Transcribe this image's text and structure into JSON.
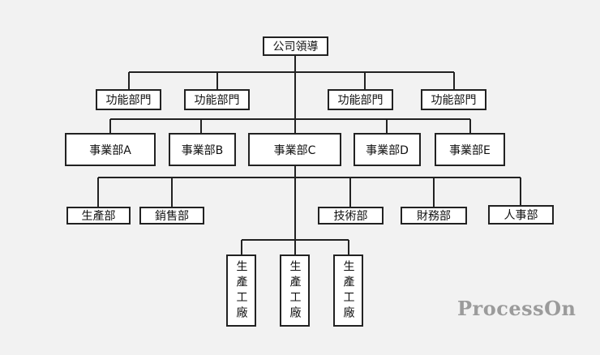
{
  "diagram": {
    "root": {
      "label": "公司領導"
    },
    "function_depts": [
      {
        "label": "功能部門"
      },
      {
        "label": "功能部門"
      },
      {
        "label": "功能部門"
      },
      {
        "label": "功能部門"
      }
    ],
    "divisions": [
      {
        "label": "事業部A"
      },
      {
        "label": "事業部B"
      },
      {
        "label": "事業部C"
      },
      {
        "label": "事業部D"
      },
      {
        "label": "事業部E"
      }
    ],
    "depts": [
      {
        "label": "生產部"
      },
      {
        "label": "銷售部"
      },
      {
        "label": "技術部"
      },
      {
        "label": "財務部"
      },
      {
        "label": "人事部"
      }
    ],
    "factories": [
      {
        "label": "生產工廠"
      },
      {
        "label": "生產工廠"
      },
      {
        "label": "生產工廠"
      }
    ]
  },
  "watermark": "ProcessOn",
  "colors": {
    "background": "#f2f2f2",
    "line": "#222222",
    "box_fill": "#ffffff",
    "watermark": "#9b9b9b"
  }
}
